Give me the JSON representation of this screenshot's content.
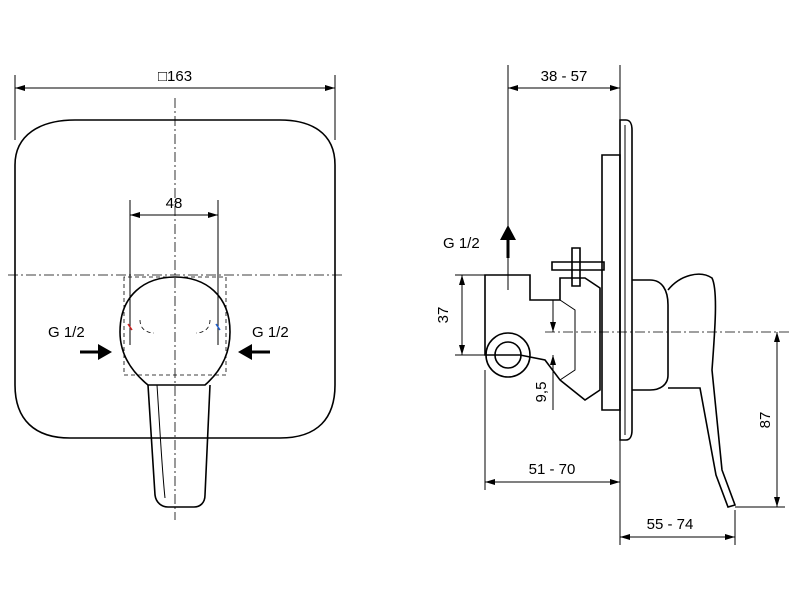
{
  "front_view": {
    "width_label": "□163",
    "spacing_label": "48",
    "left_inlet_label": "G 1/2",
    "right_inlet_label": "G 1/2"
  },
  "side_view": {
    "depth_label": "38 - 57",
    "outlet_label": "G 1/2",
    "height_label": "37",
    "offset_label": "9,5",
    "handle_drop_label": "87",
    "body_depth_label": "51 - 70",
    "handle_reach_label": "55 - 74"
  },
  "colors": {
    "line": "#000000",
    "background": "#ffffff",
    "hot_marker": "#d02020",
    "cold_marker": "#2060d0"
  }
}
